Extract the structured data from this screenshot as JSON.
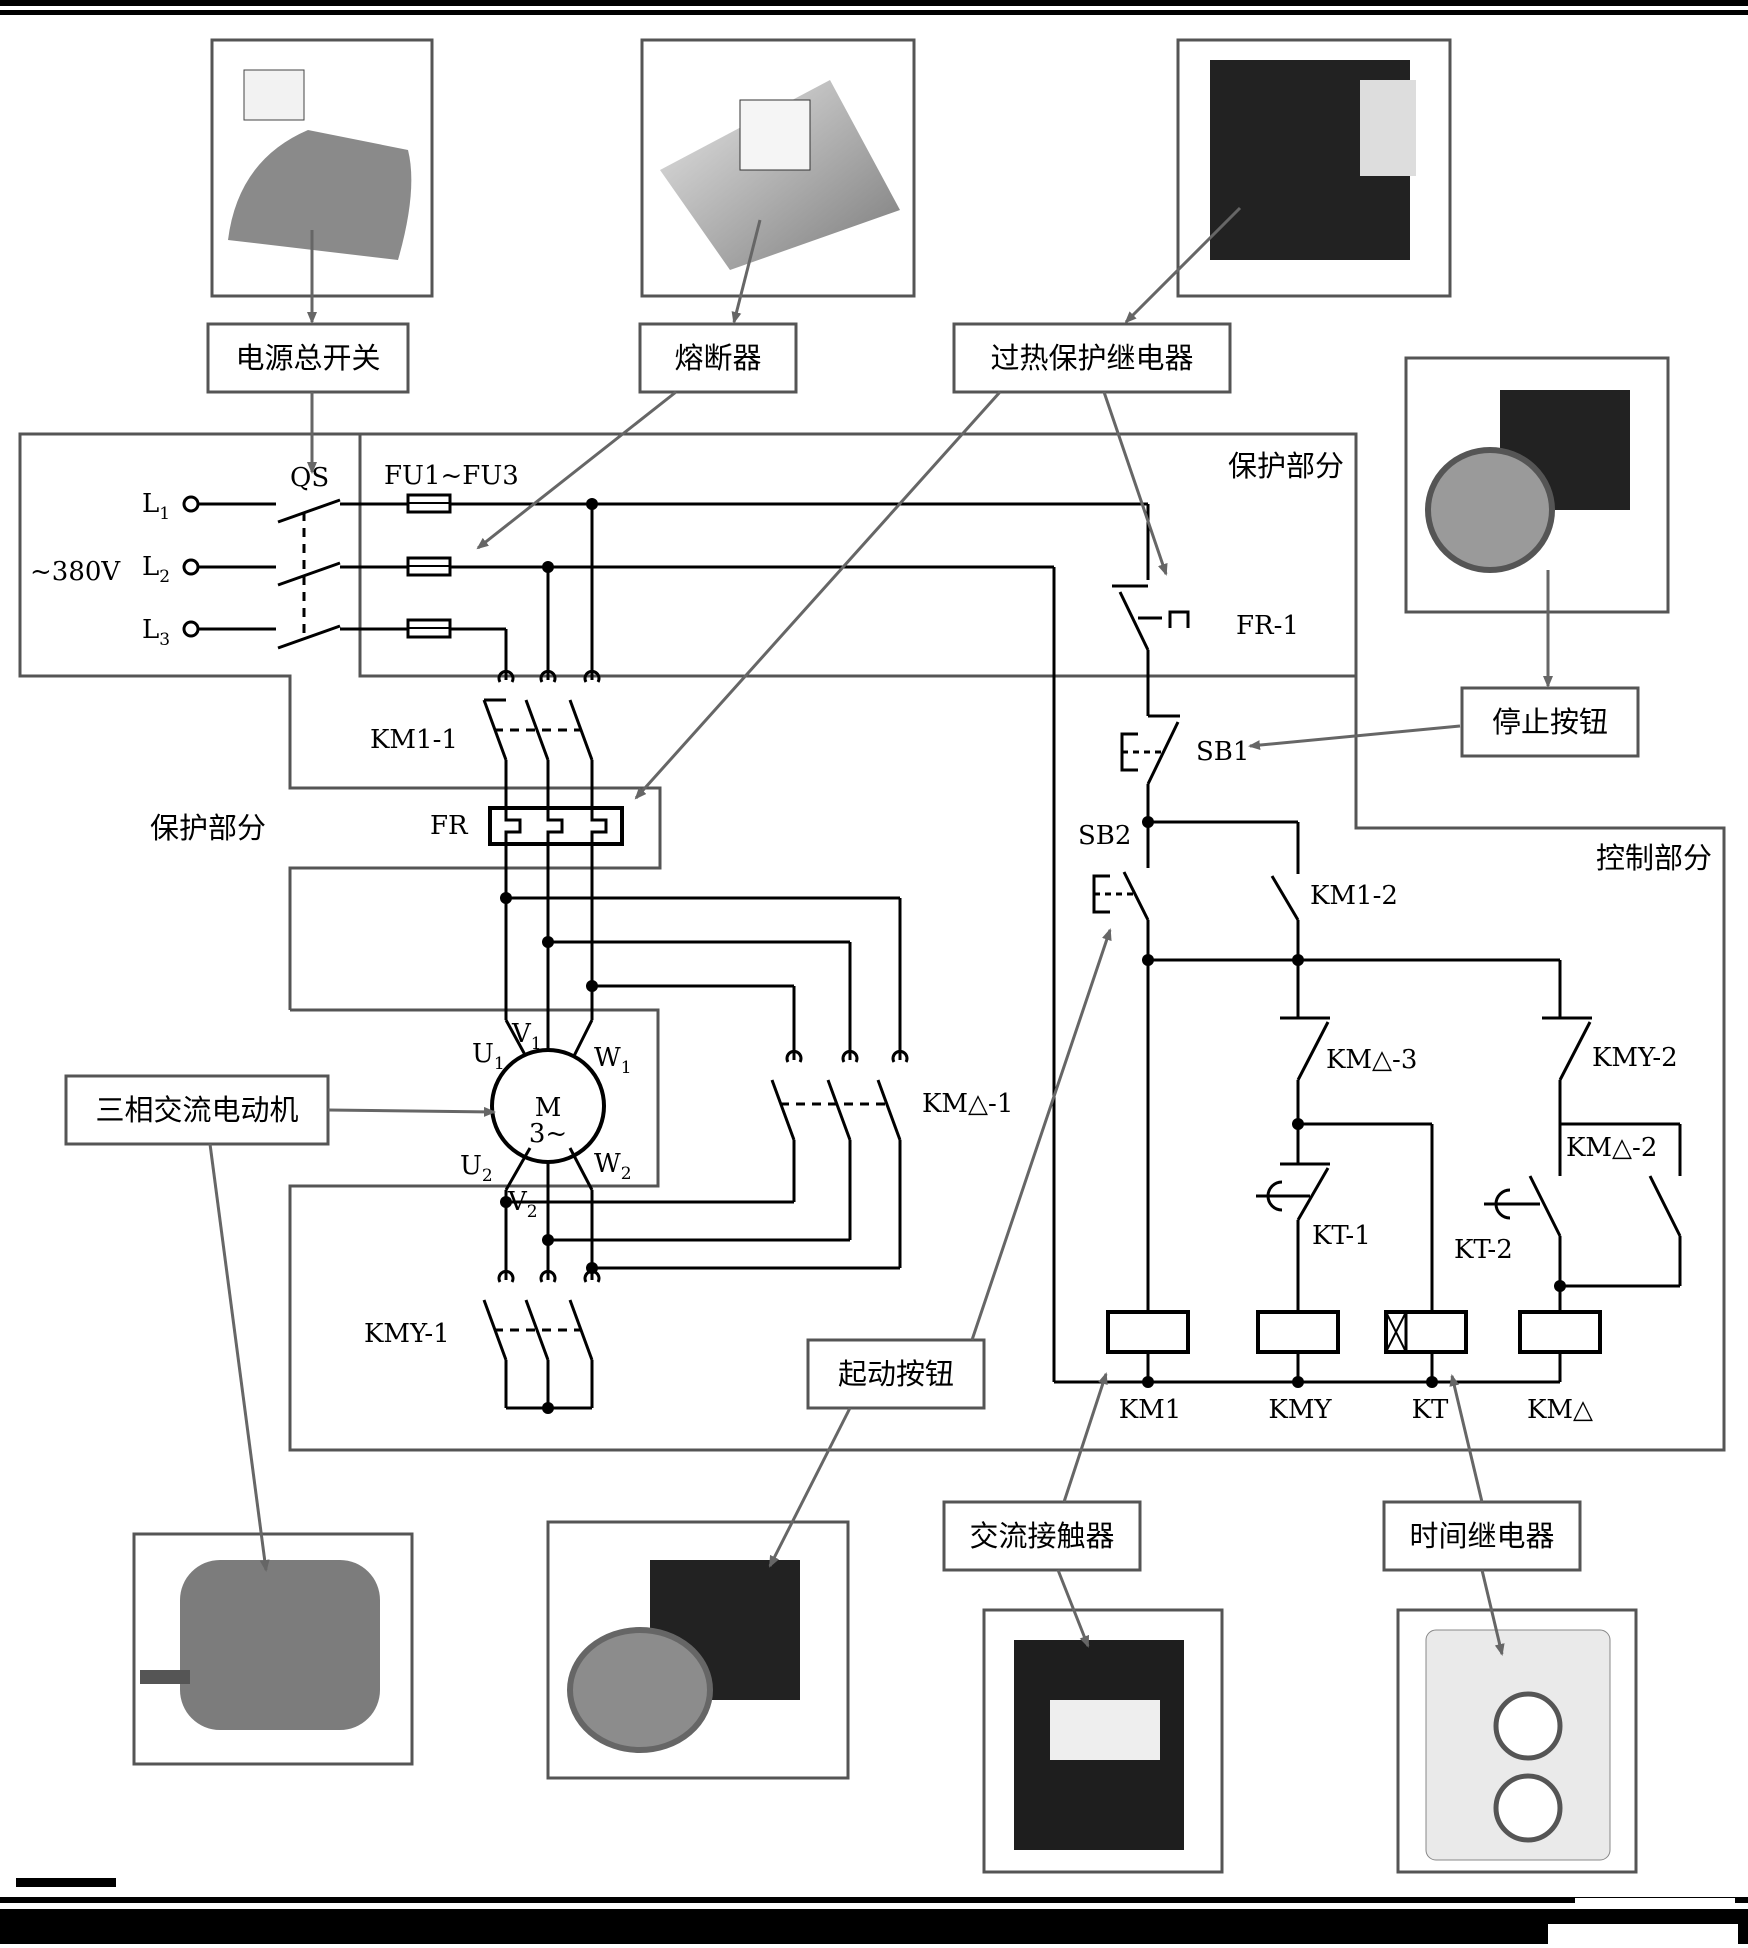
{
  "photo_labels": {
    "main_switch": "电源总开关",
    "fuse": "熔断器",
    "overload_relay": "过热保护继电器",
    "stop_button": "停止按钮",
    "motor": "三相交流电动机",
    "start_button": "起动按钮",
    "contactor": "交流接触器",
    "time_relay": "时间继电器"
  },
  "sections": {
    "protection_top": "保护部分",
    "protection_left": "保护部分",
    "control": "控制部分"
  },
  "power": {
    "supply": "~380V",
    "qs": "QS",
    "fuses": "FU1~FU3",
    "l1": "L",
    "l2": "L",
    "l3": "L",
    "l1_sub": "1",
    "l2_sub": "2",
    "l3_sub": "3",
    "km1_1": "KM1-1",
    "fr": "FR",
    "km_delta_1": "KM△-1",
    "kmy_1": "KMY-1"
  },
  "motor": {
    "u1": "U",
    "u1_sub": "1",
    "v1": "V",
    "v1_sub": "1",
    "w1": "W",
    "w1_sub": "1",
    "u2": "U",
    "u2_sub": "2",
    "v2": "V",
    "v2_sub": "2",
    "w2": "W",
    "w2_sub": "2",
    "m": "M",
    "phase": "3~"
  },
  "control": {
    "fr1": "FR-1",
    "sb1": "SB1",
    "sb2": "SB2",
    "km1_2": "KM1-2",
    "km_delta_3": "KM△-3",
    "kmy_2": "KMY-2",
    "km_delta_2": "KM△-2",
    "kt_1": "KT-1",
    "kt_2": "KT-2",
    "coils": [
      "KM1",
      "KMY",
      "KT",
      "KM△"
    ]
  }
}
